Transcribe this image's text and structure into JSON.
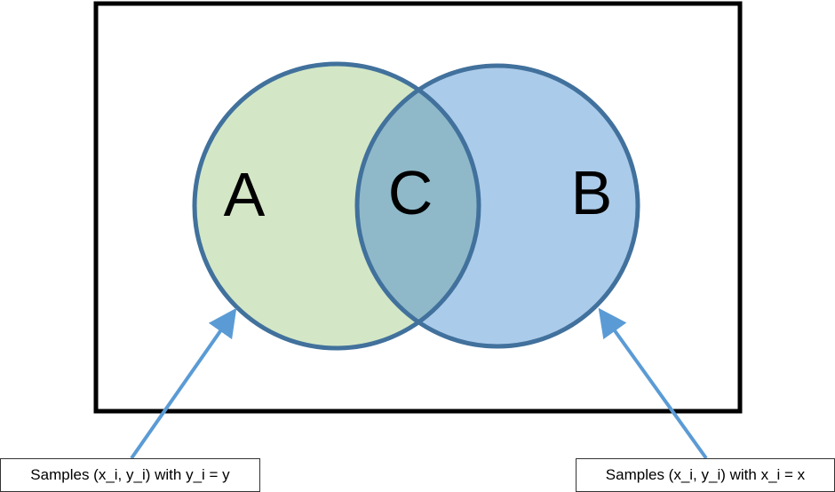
{
  "diagram": {
    "regions": {
      "a": {
        "label": "A",
        "color": "#d3e7c6"
      },
      "b": {
        "label": "B",
        "color": "#abcbea"
      },
      "c": {
        "label": "C",
        "color": "#8fb9c9"
      }
    },
    "circle_stroke_color": "#41719c",
    "frame_color": "#000000",
    "arrow_color": "#5b9bd5",
    "annotations": {
      "left": "Samples (x_i, y_i) with y_i = y",
      "right": "Samples (x_i, y_i) with x_i = x"
    }
  }
}
